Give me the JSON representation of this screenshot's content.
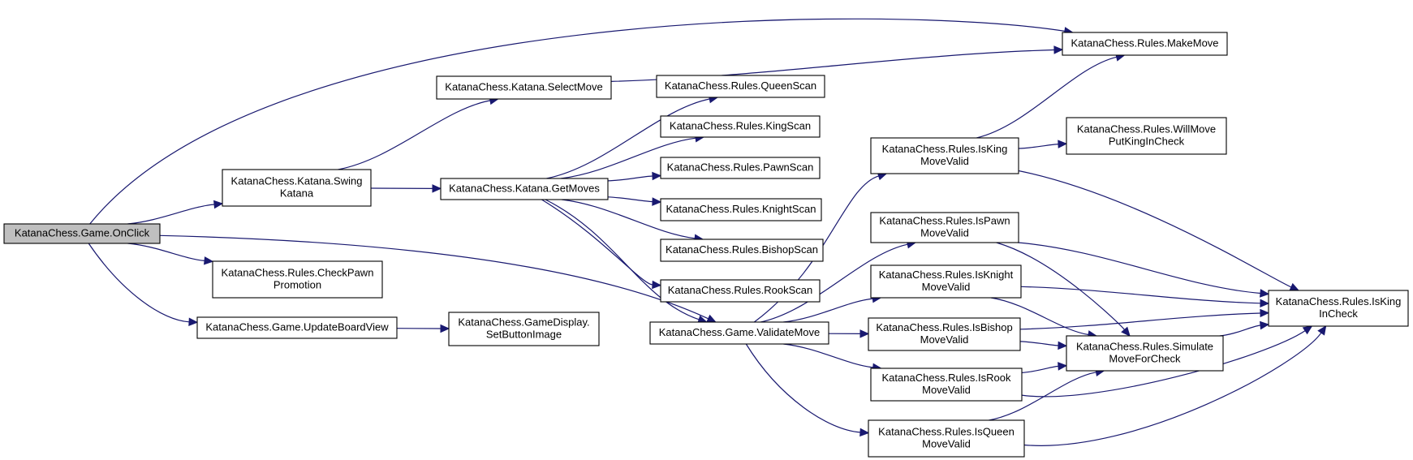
{
  "diagram": {
    "nodes": [
      {
        "id": "onclick",
        "lines": [
          "KatanaChess.Game.OnClick"
        ],
        "highlight": true
      },
      {
        "id": "makemove",
        "lines": [
          "KatanaChess.Rules.MakeMove"
        ]
      },
      {
        "id": "selectmove",
        "lines": [
          "KatanaChess.Katana.SelectMove"
        ]
      },
      {
        "id": "swingkatana",
        "lines": [
          "KatanaChess.Katana.Swing",
          "Katana"
        ]
      },
      {
        "id": "getmoves",
        "lines": [
          "KatanaChess.Katana.GetMoves"
        ]
      },
      {
        "id": "queenscan",
        "lines": [
          "KatanaChess.Rules.QueenScan"
        ]
      },
      {
        "id": "kingscan",
        "lines": [
          "KatanaChess.Rules.KingScan"
        ]
      },
      {
        "id": "pawnscan",
        "lines": [
          "KatanaChess.Rules.PawnScan"
        ]
      },
      {
        "id": "knightscan",
        "lines": [
          "KatanaChess.Rules.KnightScan"
        ]
      },
      {
        "id": "bishopscan",
        "lines": [
          "KatanaChess.Rules.BishopScan"
        ]
      },
      {
        "id": "rookscan",
        "lines": [
          "KatanaChess.Rules.RookScan"
        ]
      },
      {
        "id": "checkpawn",
        "lines": [
          "KatanaChess.Rules.CheckPawn",
          "Promotion"
        ]
      },
      {
        "id": "updateboard",
        "lines": [
          "KatanaChess.Game.UpdateBoardView"
        ]
      },
      {
        "id": "setbutton",
        "lines": [
          "KatanaChess.GameDisplay.",
          "SetButtonImage"
        ]
      },
      {
        "id": "validatemove",
        "lines": [
          "KatanaChess.Game.ValidateMove"
        ]
      },
      {
        "id": "iskingvalid",
        "lines": [
          "KatanaChess.Rules.IsKing",
          "MoveValid"
        ]
      },
      {
        "id": "willmove",
        "lines": [
          "KatanaChess.Rules.WillMove",
          "PutKingInCheck"
        ]
      },
      {
        "id": "ispawnvalid",
        "lines": [
          "KatanaChess.Rules.IsPawn",
          "MoveValid"
        ]
      },
      {
        "id": "isknightvalid",
        "lines": [
          "KatanaChess.Rules.IsKnight",
          "MoveValid"
        ]
      },
      {
        "id": "isbishopvalid",
        "lines": [
          "KatanaChess.Rules.IsBishop",
          "MoveValid"
        ]
      },
      {
        "id": "isrookvalid",
        "lines": [
          "KatanaChess.Rules.IsRook",
          "MoveValid"
        ]
      },
      {
        "id": "isqueenvalid",
        "lines": [
          "KatanaChess.Rules.IsQueen",
          "MoveValid"
        ]
      },
      {
        "id": "simulate",
        "lines": [
          "KatanaChess.Rules.Simulate",
          "MoveForCheck"
        ]
      },
      {
        "id": "iskingincheck",
        "lines": [
          "KatanaChess.Rules.IsKing",
          "InCheck"
        ]
      }
    ],
    "edges": [
      {
        "from": "onclick",
        "to": "makemove"
      },
      {
        "from": "onclick",
        "to": "swingkatana"
      },
      {
        "from": "onclick",
        "to": "validatemove"
      },
      {
        "from": "onclick",
        "to": "checkpawn"
      },
      {
        "from": "onclick",
        "to": "updateboard"
      },
      {
        "from": "swingkatana",
        "to": "selectmove"
      },
      {
        "from": "swingkatana",
        "to": "getmoves"
      },
      {
        "from": "selectmove",
        "to": "makemove"
      },
      {
        "from": "getmoves",
        "to": "queenscan"
      },
      {
        "from": "getmoves",
        "to": "kingscan"
      },
      {
        "from": "getmoves",
        "to": "pawnscan"
      },
      {
        "from": "getmoves",
        "to": "knightscan"
      },
      {
        "from": "getmoves",
        "to": "bishopscan"
      },
      {
        "from": "getmoves",
        "to": "rookscan"
      },
      {
        "from": "getmoves",
        "to": "validatemove"
      },
      {
        "from": "updateboard",
        "to": "setbutton"
      },
      {
        "from": "validatemove",
        "to": "iskingvalid"
      },
      {
        "from": "validatemove",
        "to": "ispawnvalid"
      },
      {
        "from": "validatemove",
        "to": "isknightvalid"
      },
      {
        "from": "validatemove",
        "to": "isbishopvalid"
      },
      {
        "from": "validatemove",
        "to": "isrookvalid"
      },
      {
        "from": "validatemove",
        "to": "isqueenvalid"
      },
      {
        "from": "iskingvalid",
        "to": "makemove"
      },
      {
        "from": "iskingvalid",
        "to": "willmove"
      },
      {
        "from": "iskingvalid",
        "to": "iskingincheck"
      },
      {
        "from": "ispawnvalid",
        "to": "iskingincheck"
      },
      {
        "from": "ispawnvalid",
        "to": "simulate"
      },
      {
        "from": "isknightvalid",
        "to": "iskingincheck"
      },
      {
        "from": "isknightvalid",
        "to": "simulate"
      },
      {
        "from": "isbishopvalid",
        "to": "iskingincheck"
      },
      {
        "from": "isbishopvalid",
        "to": "simulate"
      },
      {
        "from": "isrookvalid",
        "to": "simulate"
      },
      {
        "from": "isrookvalid",
        "to": "iskingincheck"
      },
      {
        "from": "isqueenvalid",
        "to": "simulate"
      },
      {
        "from": "isqueenvalid",
        "to": "iskingincheck"
      },
      {
        "from": "simulate",
        "to": "iskingincheck"
      }
    ]
  }
}
